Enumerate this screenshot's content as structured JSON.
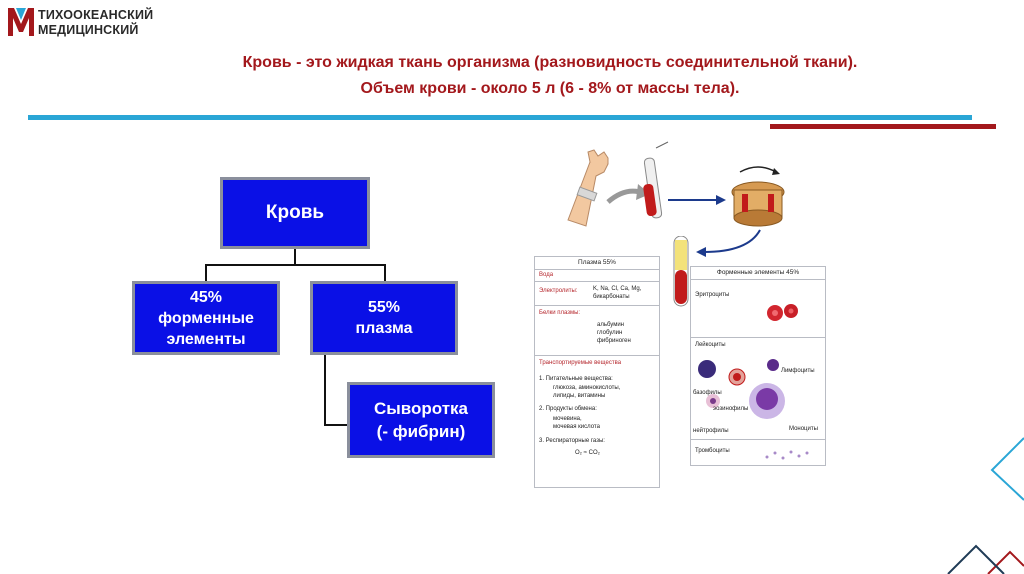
{
  "logo": {
    "line1": "ТИХООКЕАНСКИЙ",
    "line2": "МЕДИЦИНСКИЙ"
  },
  "title": {
    "line1": "Кровь - это жидкая ткань организма (разновидность соединительной ткани).",
    "line2": "Объем крови - около 5 л (6 - 8% от массы тела)."
  },
  "colors": {
    "accent_red": "#a3181c",
    "accent_blue": "#2aa6d6",
    "box_blue": "#0a10e6"
  },
  "diagram": {
    "root": "Кровь",
    "formed": {
      "percent": "45%",
      "label1": "форменные",
      "label2": "элементы"
    },
    "plasma": {
      "percent": "55%",
      "label": "плазма"
    },
    "serum": {
      "label1": "Сыворотка",
      "label2": "(- фибрин)"
    }
  },
  "figure": {
    "plasma_panel": {
      "title": "Плазма 55%",
      "water": "Вода",
      "electrolytes_label": "Электролиты:",
      "electrolytes_value1": "K, Na, Cl, Ca, Mg,",
      "electrolytes_value2": "бикарбонаты",
      "proteins_label": "Белки плазмы:",
      "proteins": [
        "альбумин",
        "глобулин",
        "фибриноген"
      ],
      "transported_label": "Транспортируемые вещества",
      "item1": "1. Питательные вещества:",
      "item1_detail1": "глюкоза, аминокислоты,",
      "item1_detail2": "липиды, витамины",
      "item2": "2. Продукты обмена:",
      "item2_detail1": "мочевина,",
      "item2_detail2": "мочевая кислота",
      "item3": "3. Респираторные газы:",
      "item3_detail": "O₂ ≈ CO₂"
    },
    "formed_panel": {
      "title": "Форменные элементы 45%",
      "erythrocytes": "Эритроциты",
      "leukocytes": "Лейкоциты",
      "basophils": "базофилы",
      "lymphocytes": "Лимфоциты",
      "eosinophils": "эозинофилы",
      "neutrophils": "нейтрофилы",
      "monocytes": "Моноциты",
      "thrombocytes": "Тромбоциты"
    }
  }
}
